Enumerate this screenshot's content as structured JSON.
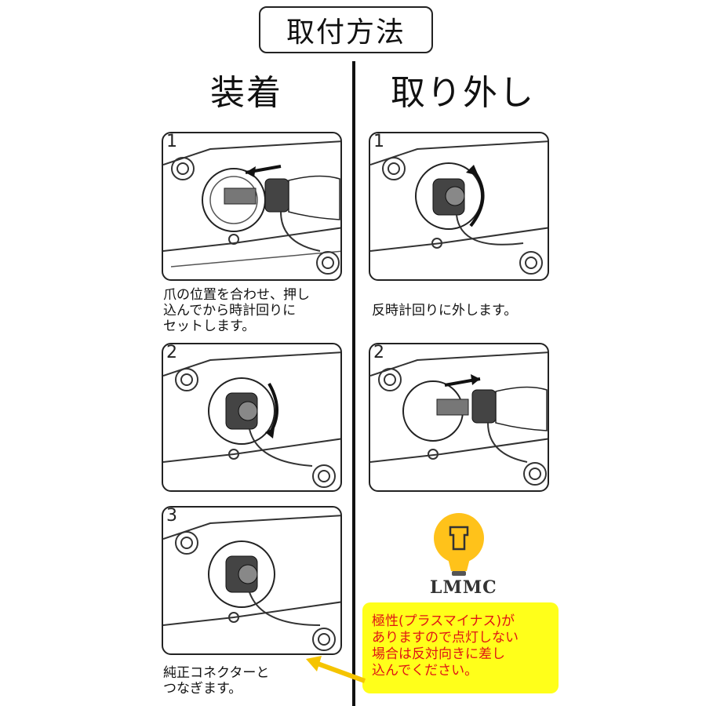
{
  "title": "取付方法",
  "left_heading": "装着",
  "right_heading": "取り外し",
  "install": {
    "step1": {
      "number": "1",
      "caption": [
        "爪の位置を合わせ、押し",
        "込んでから時計回りに",
        "セットします。"
      ]
    },
    "step2": {
      "number": "2"
    },
    "step3": {
      "number": "3",
      "caption": [
        "純正コネクターと",
        "つなぎます。"
      ]
    }
  },
  "remove": {
    "step1": {
      "number": "1",
      "caption": [
        "反時計回りに外します。"
      ]
    },
    "step2": {
      "number": "2"
    }
  },
  "logo": {
    "text": "LMMC",
    "icon": "bulb-logo-icon"
  },
  "note": {
    "lines": [
      "極性(プラスマイナス)が",
      "ありますので点灯しない",
      "場合は反対向きに差し",
      "込んでください。"
    ],
    "color": "#e01414",
    "background": "#ffff1a"
  }
}
